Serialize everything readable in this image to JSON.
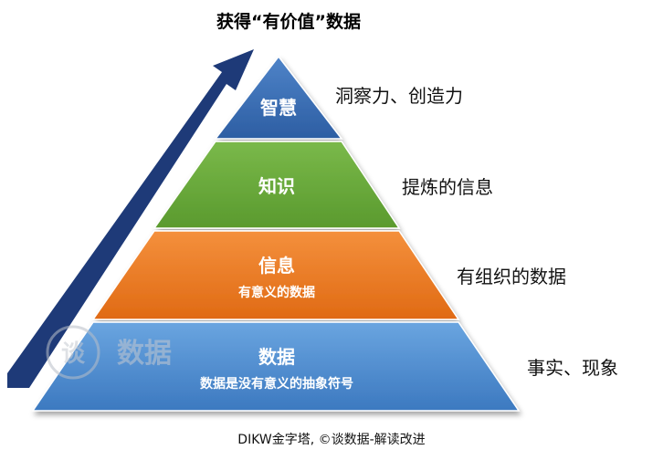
{
  "arrow_title": "获得“有价值”数据",
  "levels": [
    {
      "title": "智慧",
      "subtitle": "",
      "description": "洞察力、创造力",
      "color": "#3d6fb6"
    },
    {
      "title": "知识",
      "subtitle": "",
      "description": "提炼的信息",
      "color": "#6aa83a"
    },
    {
      "title": "信息",
      "subtitle": "有意义的数据",
      "description": "有组织的数据",
      "color": "#ee7b22"
    },
    {
      "title": "数据",
      "subtitle": "数据是没有意义的抽象符号",
      "description": "事实、现象",
      "color": "#4f8fd0"
    }
  ],
  "watermark": {
    "text": "数据",
    "logo_char": "谈"
  },
  "caption": "DIKW金字塔, ©谈数据-解读改进",
  "colors": {
    "arrow": "#1e3a78",
    "background": "#ffffff"
  }
}
